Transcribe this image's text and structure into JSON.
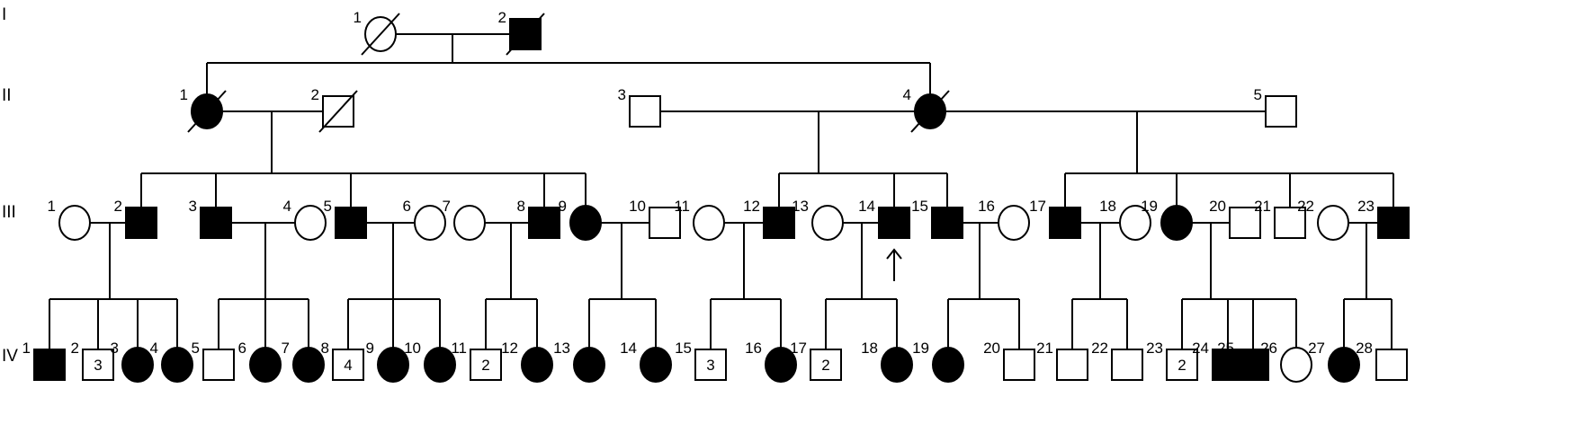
{
  "generations": [
    "I",
    "II",
    "III",
    "IV"
  ],
  "individuals": [
    {
      "id": "I-1",
      "num": "1",
      "sex": "F",
      "affected": false,
      "deceased": true
    },
    {
      "id": "I-2",
      "num": "2",
      "sex": "M",
      "affected": true,
      "deceased": true
    },
    {
      "id": "II-1",
      "num": "1",
      "sex": "F",
      "affected": true,
      "deceased": true
    },
    {
      "id": "II-2",
      "num": "2",
      "sex": "M",
      "affected": false,
      "deceased": true
    },
    {
      "id": "II-3",
      "num": "3",
      "sex": "M",
      "affected": false
    },
    {
      "id": "II-4",
      "num": "4",
      "sex": "F",
      "affected": true,
      "deceased": true
    },
    {
      "id": "II-5",
      "num": "5",
      "sex": "M",
      "affected": false
    },
    {
      "id": "III-1",
      "num": "1",
      "sex": "F",
      "affected": false
    },
    {
      "id": "III-2",
      "num": "2",
      "sex": "M",
      "affected": true
    },
    {
      "id": "III-3",
      "num": "3",
      "sex": "M",
      "affected": true
    },
    {
      "id": "III-4",
      "num": "4",
      "sex": "F",
      "affected": false
    },
    {
      "id": "III-5",
      "num": "5",
      "sex": "M",
      "affected": true
    },
    {
      "id": "III-6",
      "num": "6",
      "sex": "F",
      "affected": false
    },
    {
      "id": "III-7",
      "num": "7",
      "sex": "F",
      "affected": false
    },
    {
      "id": "III-8",
      "num": "8",
      "sex": "M",
      "affected": true
    },
    {
      "id": "III-9",
      "num": "9",
      "sex": "F",
      "affected": true
    },
    {
      "id": "III-10",
      "num": "10",
      "sex": "M",
      "affected": false
    },
    {
      "id": "III-11",
      "num": "11",
      "sex": "F",
      "affected": false
    },
    {
      "id": "III-12",
      "num": "12",
      "sex": "M",
      "affected": true
    },
    {
      "id": "III-13",
      "num": "13",
      "sex": "F",
      "affected": false
    },
    {
      "id": "III-14",
      "num": "14",
      "sex": "M",
      "affected": true,
      "proband": true
    },
    {
      "id": "III-15",
      "num": "15",
      "sex": "M",
      "affected": true
    },
    {
      "id": "III-16",
      "num": "16",
      "sex": "F",
      "affected": false
    },
    {
      "id": "III-17",
      "num": "17",
      "sex": "M",
      "affected": true
    },
    {
      "id": "III-18",
      "num": "18",
      "sex": "F",
      "affected": false
    },
    {
      "id": "III-19",
      "num": "19",
      "sex": "F",
      "affected": true
    },
    {
      "id": "III-20",
      "num": "20",
      "sex": "M",
      "affected": false
    },
    {
      "id": "III-21",
      "num": "21",
      "sex": "M",
      "affected": false
    },
    {
      "id": "III-22",
      "num": "22",
      "sex": "F",
      "affected": false
    },
    {
      "id": "III-23",
      "num": "23",
      "sex": "M",
      "affected": true
    },
    {
      "id": "IV-1",
      "num": "1",
      "sex": "M",
      "affected": true
    },
    {
      "id": "IV-2",
      "num": "2",
      "sex": "M",
      "affected": false,
      "count": "3"
    },
    {
      "id": "IV-3",
      "num": "3",
      "sex": "F",
      "affected": true
    },
    {
      "id": "IV-4",
      "num": "4",
      "sex": "F",
      "affected": true
    },
    {
      "id": "IV-5",
      "num": "5",
      "sex": "M",
      "affected": false
    },
    {
      "id": "IV-6",
      "num": "6",
      "sex": "F",
      "affected": true
    },
    {
      "id": "IV-7",
      "num": "7",
      "sex": "F",
      "affected": true
    },
    {
      "id": "IV-8",
      "num": "8",
      "sex": "M",
      "affected": false,
      "count": "4"
    },
    {
      "id": "IV-9",
      "num": "9",
      "sex": "F",
      "affected": true
    },
    {
      "id": "IV-10",
      "num": "10",
      "sex": "F",
      "affected": true
    },
    {
      "id": "IV-11",
      "num": "11",
      "sex": "M",
      "affected": false,
      "count": "2"
    },
    {
      "id": "IV-12",
      "num": "12",
      "sex": "F",
      "affected": true
    },
    {
      "id": "IV-13",
      "num": "13",
      "sex": "F",
      "affected": true
    },
    {
      "id": "IV-14",
      "num": "14",
      "sex": "F",
      "affected": true
    },
    {
      "id": "IV-15",
      "num": "15",
      "sex": "M",
      "affected": false,
      "count": "3"
    },
    {
      "id": "IV-16",
      "num": "16",
      "sex": "F",
      "affected": true
    },
    {
      "id": "IV-17",
      "num": "17",
      "sex": "M",
      "affected": false,
      "count": "2"
    },
    {
      "id": "IV-18",
      "num": "18",
      "sex": "F",
      "affected": true
    },
    {
      "id": "IV-19",
      "num": "19",
      "sex": "F",
      "affected": true
    },
    {
      "id": "IV-20",
      "num": "20",
      "sex": "M",
      "affected": false
    },
    {
      "id": "IV-21",
      "num": "21",
      "sex": "M",
      "affected": false
    },
    {
      "id": "IV-22",
      "num": "22",
      "sex": "M",
      "affected": false
    },
    {
      "id": "IV-23",
      "num": "23",
      "sex": "M",
      "affected": false,
      "count": "2"
    },
    {
      "id": "IV-24",
      "num": "24",
      "sex": "M",
      "affected": true
    },
    {
      "id": "IV-25",
      "num": "25",
      "sex": "M",
      "affected": true
    },
    {
      "id": "IV-26",
      "num": "26",
      "sex": "F",
      "affected": false
    },
    {
      "id": "IV-27",
      "num": "27",
      "sex": "F",
      "affected": true
    },
    {
      "id": "IV-28",
      "num": "28",
      "sex": "M",
      "affected": false
    }
  ],
  "families": [
    {
      "parents": [
        "I-1",
        "I-2"
      ],
      "children": [
        "II-1",
        "II-4"
      ]
    },
    {
      "parents": [
        "II-1",
        "II-2"
      ],
      "children": [
        "III-2",
        "III-3",
        "III-5",
        "III-8",
        "III-9"
      ]
    },
    {
      "parents": [
        "II-3",
        "II-4"
      ],
      "children": [
        "III-12",
        "III-14",
        "III-15"
      ]
    },
    {
      "parents": [
        "II-4",
        "II-5"
      ],
      "children": [
        "III-17",
        "III-19",
        "III-21",
        "III-23"
      ]
    },
    {
      "parents": [
        "III-1",
        "III-2"
      ],
      "children": [
        "IV-1",
        "IV-2",
        "IV-3",
        "IV-4"
      ]
    },
    {
      "parents": [
        "III-3",
        "III-4"
      ],
      "children": [
        "IV-5",
        "IV-6",
        "IV-7"
      ]
    },
    {
      "parents": [
        "III-5",
        "III-6"
      ],
      "children": [
        "IV-8",
        "IV-9",
        "IV-10"
      ]
    },
    {
      "parents": [
        "III-7",
        "III-8"
      ],
      "children": [
        "IV-11",
        "IV-12"
      ]
    },
    {
      "parents": [
        "III-9",
        "III-10"
      ],
      "children": [
        "IV-13",
        "IV-14"
      ]
    },
    {
      "parents": [
        "III-11",
        "III-12"
      ],
      "children": [
        "IV-15",
        "IV-16"
      ]
    },
    {
      "parents": [
        "III-13",
        "III-14"
      ],
      "children": [
        "IV-17",
        "IV-18"
      ]
    },
    {
      "parents": [
        "III-15",
        "III-16"
      ],
      "children": [
        "IV-19",
        "IV-20"
      ]
    },
    {
      "parents": [
        "III-17",
        "III-18"
      ],
      "children": [
        "IV-21",
        "IV-22"
      ]
    },
    {
      "parents": [
        "III-19",
        "III-20"
      ],
      "children": [
        "IV-23",
        "IV-24",
        "IV-25",
        "IV-26"
      ]
    },
    {
      "parents": [
        "III-22",
        "III-23"
      ],
      "children": [
        "IV-27",
        "IV-28"
      ]
    }
  ],
  "colors": {
    "line": "#000000",
    "affected_fill": "#000000",
    "unaffected_fill": "#ffffff"
  }
}
